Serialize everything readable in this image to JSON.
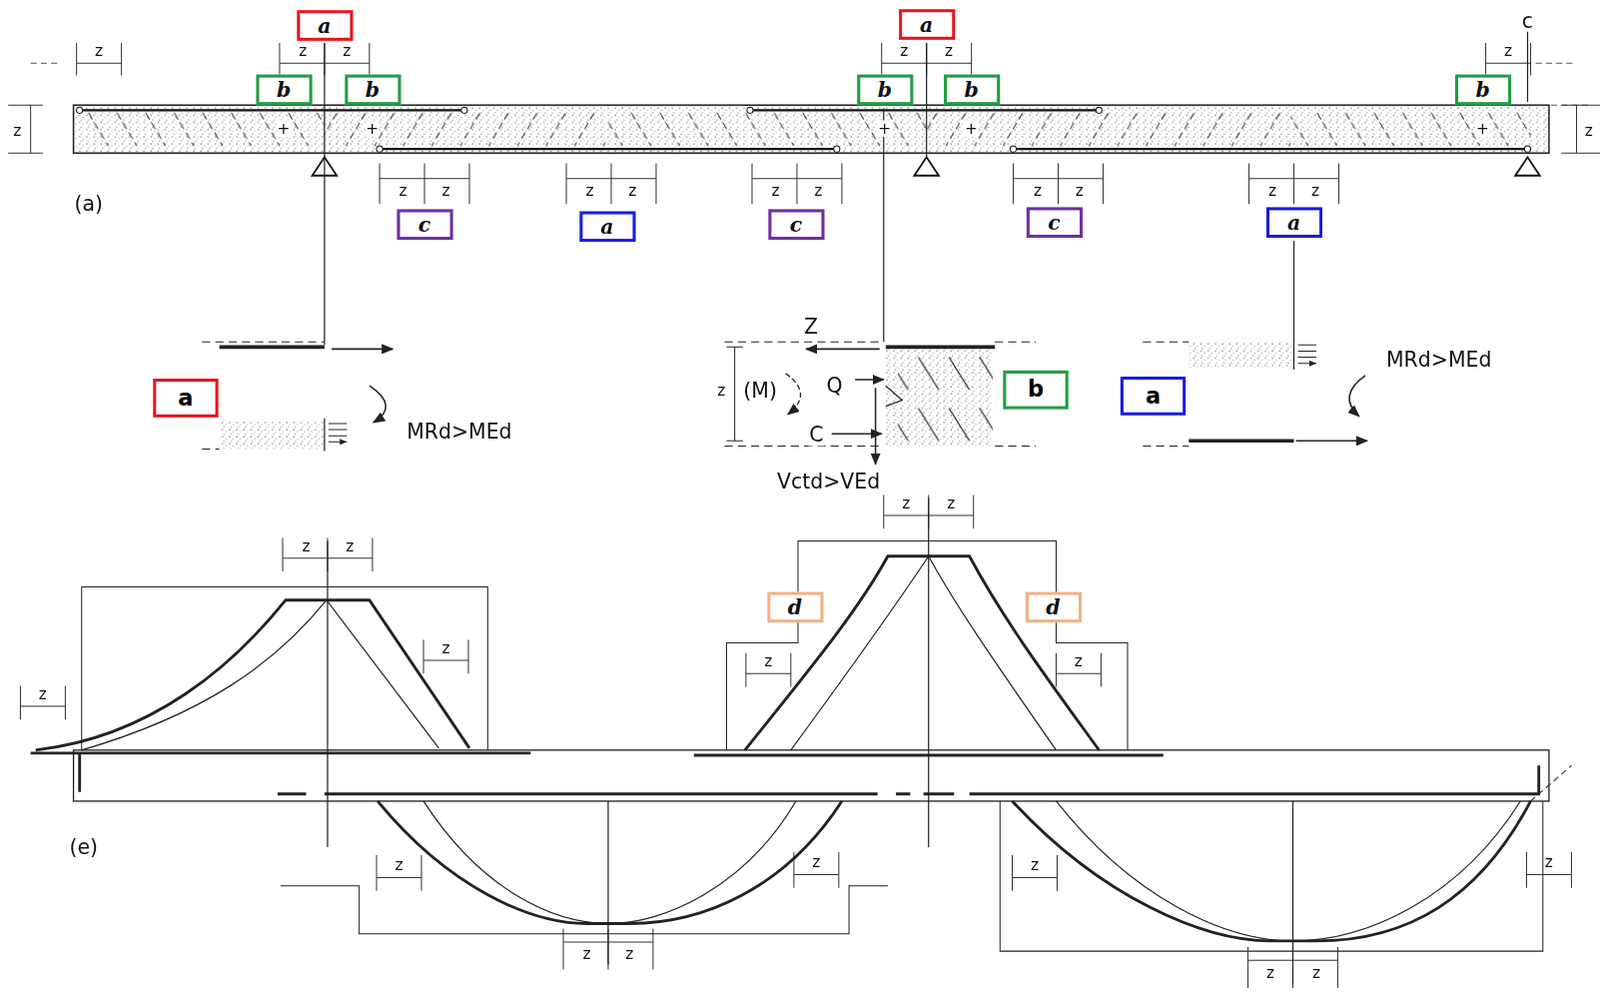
{
  "diagram": {
    "nodes": [
      {
        "text": [
          "a"
        ]
      },
      {
        "text": [
          "a"
        ]
      },
      {
        "text": [
          "b"
        ]
      },
      {
        "text": [
          "b"
        ]
      },
      {
        "text": [
          "b"
        ]
      },
      {
        "text": [
          "b"
        ]
      },
      {
        "text": [
          "b"
        ]
      },
      {
        "text": [
          "c"
        ]
      },
      {
        "text": [
          "a"
        ]
      },
      {
        "text": [
          "c"
        ]
      },
      {
        "text": [
          "c"
        ]
      },
      {
        "text": [
          "a"
        ]
      },
      {
        "text": [
          "a"
        ]
      },
      {
        "text": [
          "b"
        ]
      },
      {
        "text": [
          "a"
        ]
      },
      {
        "text": [
          "d"
        ]
      },
      {
        "text": [
          "d"
        ]
      }
    ],
    "labels": [
      "z",
      "z",
      "z",
      "z",
      "z",
      "c",
      "z",
      "z",
      "+",
      "+",
      "+",
      "+",
      "+",
      "z",
      "z",
      "z",
      "z",
      "z",
      "z",
      "z",
      "z",
      "z",
      "z",
      "z",
      "(a)",
      "Z",
      "z",
      "(M)",
      "Q",
      "MRd>MEd",
      "MRd>MEd",
      "C",
      "Vctd>VEd",
      "z",
      "z",
      "z",
      "z",
      "z",
      "z",
      "z",
      "z",
      "(e)",
      "z",
      "z",
      "z",
      "z",
      "z",
      "z",
      "z",
      "z"
    ]
  }
}
